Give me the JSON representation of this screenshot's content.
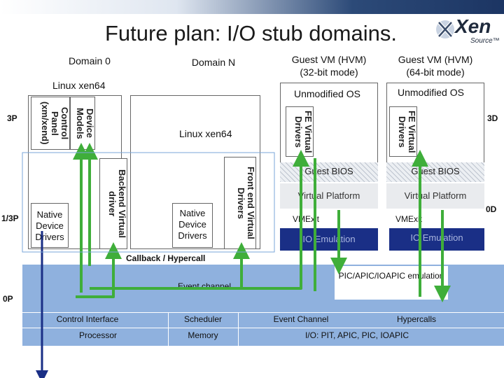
{
  "title": "Future plan:  I/O stub domains.",
  "logo": {
    "line1": "Xen",
    "line2": "Source™"
  },
  "headers": {
    "domain0": "Domain 0",
    "domainN": "Domain N",
    "guest32_line1": "Guest VM (HVM)",
    "guest32_line2": "(32-bit mode)",
    "guest64_line1": "Guest VM (HVM)",
    "guest64_line2": "(64-bit mode)"
  },
  "domain0": {
    "os": "Linux xen64",
    "device_models": "Device Models",
    "control_panel": "Control Panel (xm/xend)",
    "native_drivers": "Native Device Drivers",
    "backend": "Backend Virtual driver"
  },
  "domainN": {
    "os": "Linux xen64",
    "native_drivers": "Native Device Drivers",
    "frontend": "Front end Virtual Drivers"
  },
  "guest32": {
    "os": "Unmodified OS",
    "fe": "FE Virtual Drivers",
    "bios": "Guest BIOS",
    "platform": "Virtual Platform",
    "vmexit": "VMExit",
    "io": "IO Emulation"
  },
  "guest64": {
    "os": "Unmodified OS",
    "fe": "FE Virtual Drivers",
    "bios": "Guest BIOS",
    "platform": "Virtual Platform",
    "vmexit": "VMExit",
    "io": "IO Emulation"
  },
  "rings": {
    "r3p": "3P",
    "r13p": "1/3P",
    "r0p": "0P",
    "r3d": "3D",
    "r0d": "0D"
  },
  "hypervisor": {
    "callback": "Callback / Hypercall",
    "event_channel_bus": "Event channel",
    "pic": "PIC/APIC/IOAPIC emulation",
    "control_interface": "Control Interface",
    "scheduler": "Scheduler",
    "event_channel": "Event Channel",
    "hypercalls": "Hypercalls",
    "processor": "Processor",
    "memory": "Memory",
    "io": "I/O: PIT, APIC, PIC, IOAPIC"
  },
  "colors": {
    "arrow": "#3fae3a",
    "hypervisor": "#8fb1de",
    "io_box": "#1a2f86",
    "topbar": "#1c3563"
  }
}
